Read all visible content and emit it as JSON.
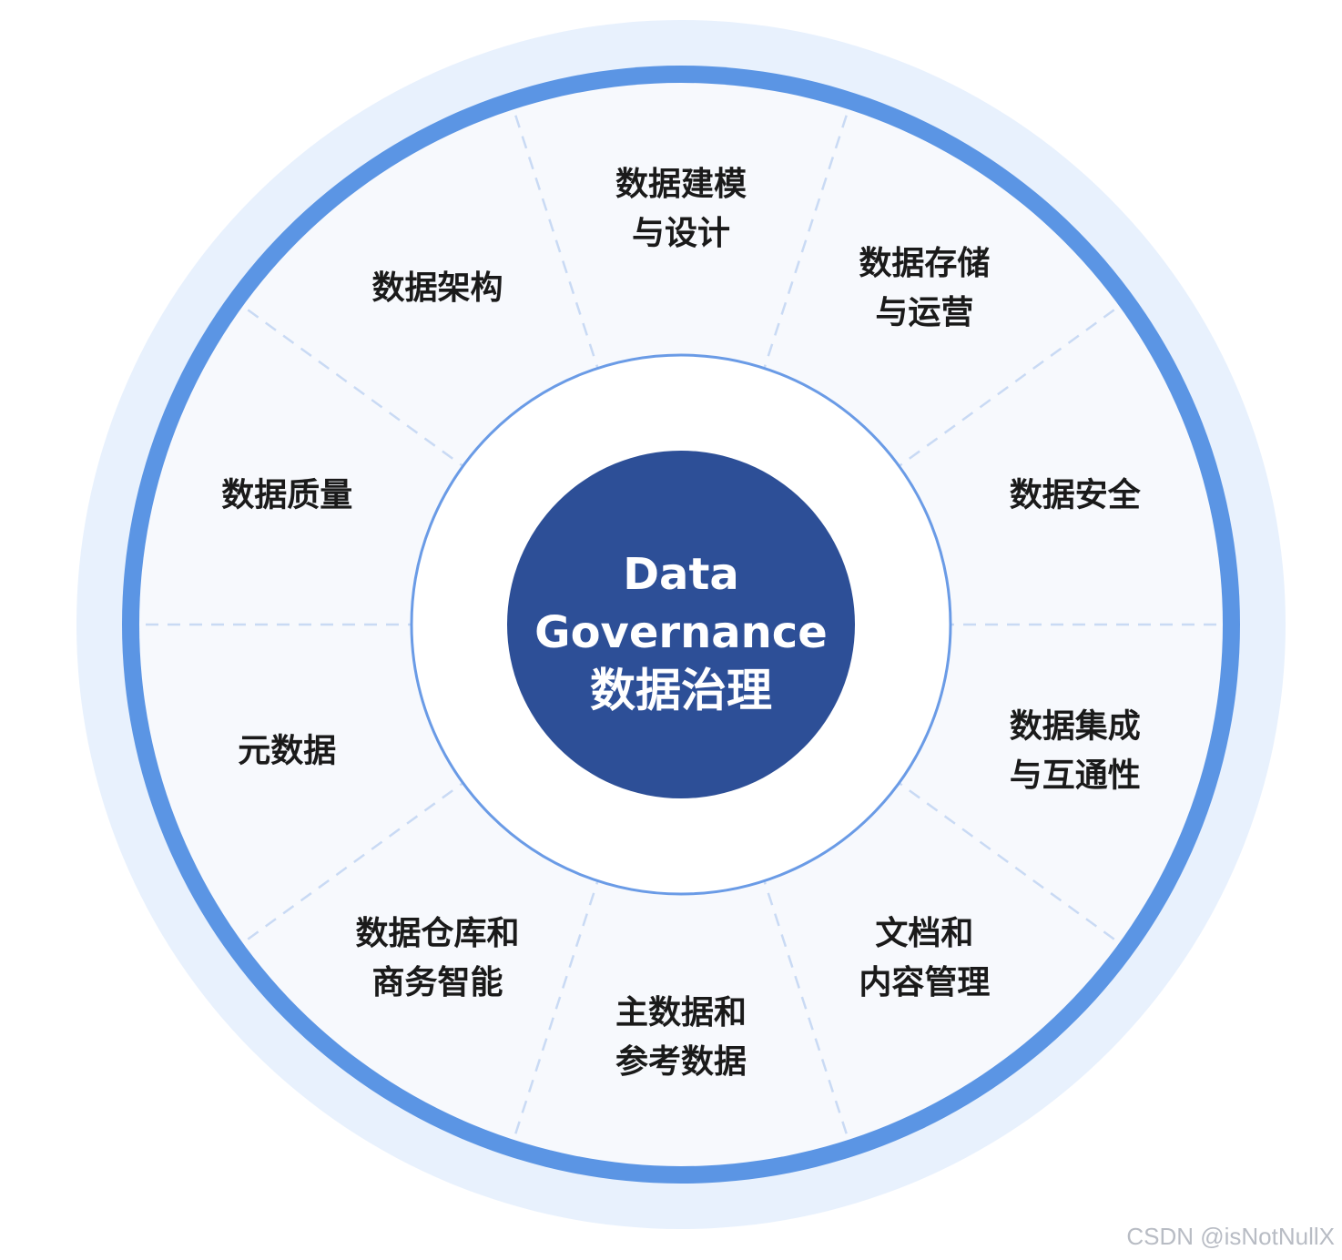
{
  "center": {
    "title_line1": "Data",
    "title_line2": "Governance",
    "title_zh": "数据治理"
  },
  "segments": [
    {
      "id": "modeling",
      "lines": [
        "数据建模",
        "与设计"
      ]
    },
    {
      "id": "storage",
      "lines": [
        "数据存储",
        "与运营"
      ]
    },
    {
      "id": "security",
      "lines": [
        "数据安全"
      ]
    },
    {
      "id": "integration",
      "lines": [
        "数据集成",
        "与互通性"
      ]
    },
    {
      "id": "documents",
      "lines": [
        "文档和",
        "内容管理"
      ]
    },
    {
      "id": "master-data",
      "lines": [
        "主数据和",
        "参考数据"
      ]
    },
    {
      "id": "warehouse",
      "lines": [
        "数据仓库和",
        "商务智能"
      ]
    },
    {
      "id": "metadata",
      "lines": [
        "元数据"
      ]
    },
    {
      "id": "quality",
      "lines": [
        "数据质量"
      ]
    },
    {
      "id": "architecture",
      "lines": [
        "数据架构"
      ]
    }
  ],
  "watermark": "CSDN @isNotNullX",
  "colors": {
    "outer_halo": "#e8f1fd",
    "blue_ring": "#5b95e4",
    "segment_fill": "#f7f9fd",
    "divider": "#c9daf4",
    "inner_ring": "#6a9be6",
    "hub": "#2d4f97",
    "text": "#1a1a1a"
  }
}
